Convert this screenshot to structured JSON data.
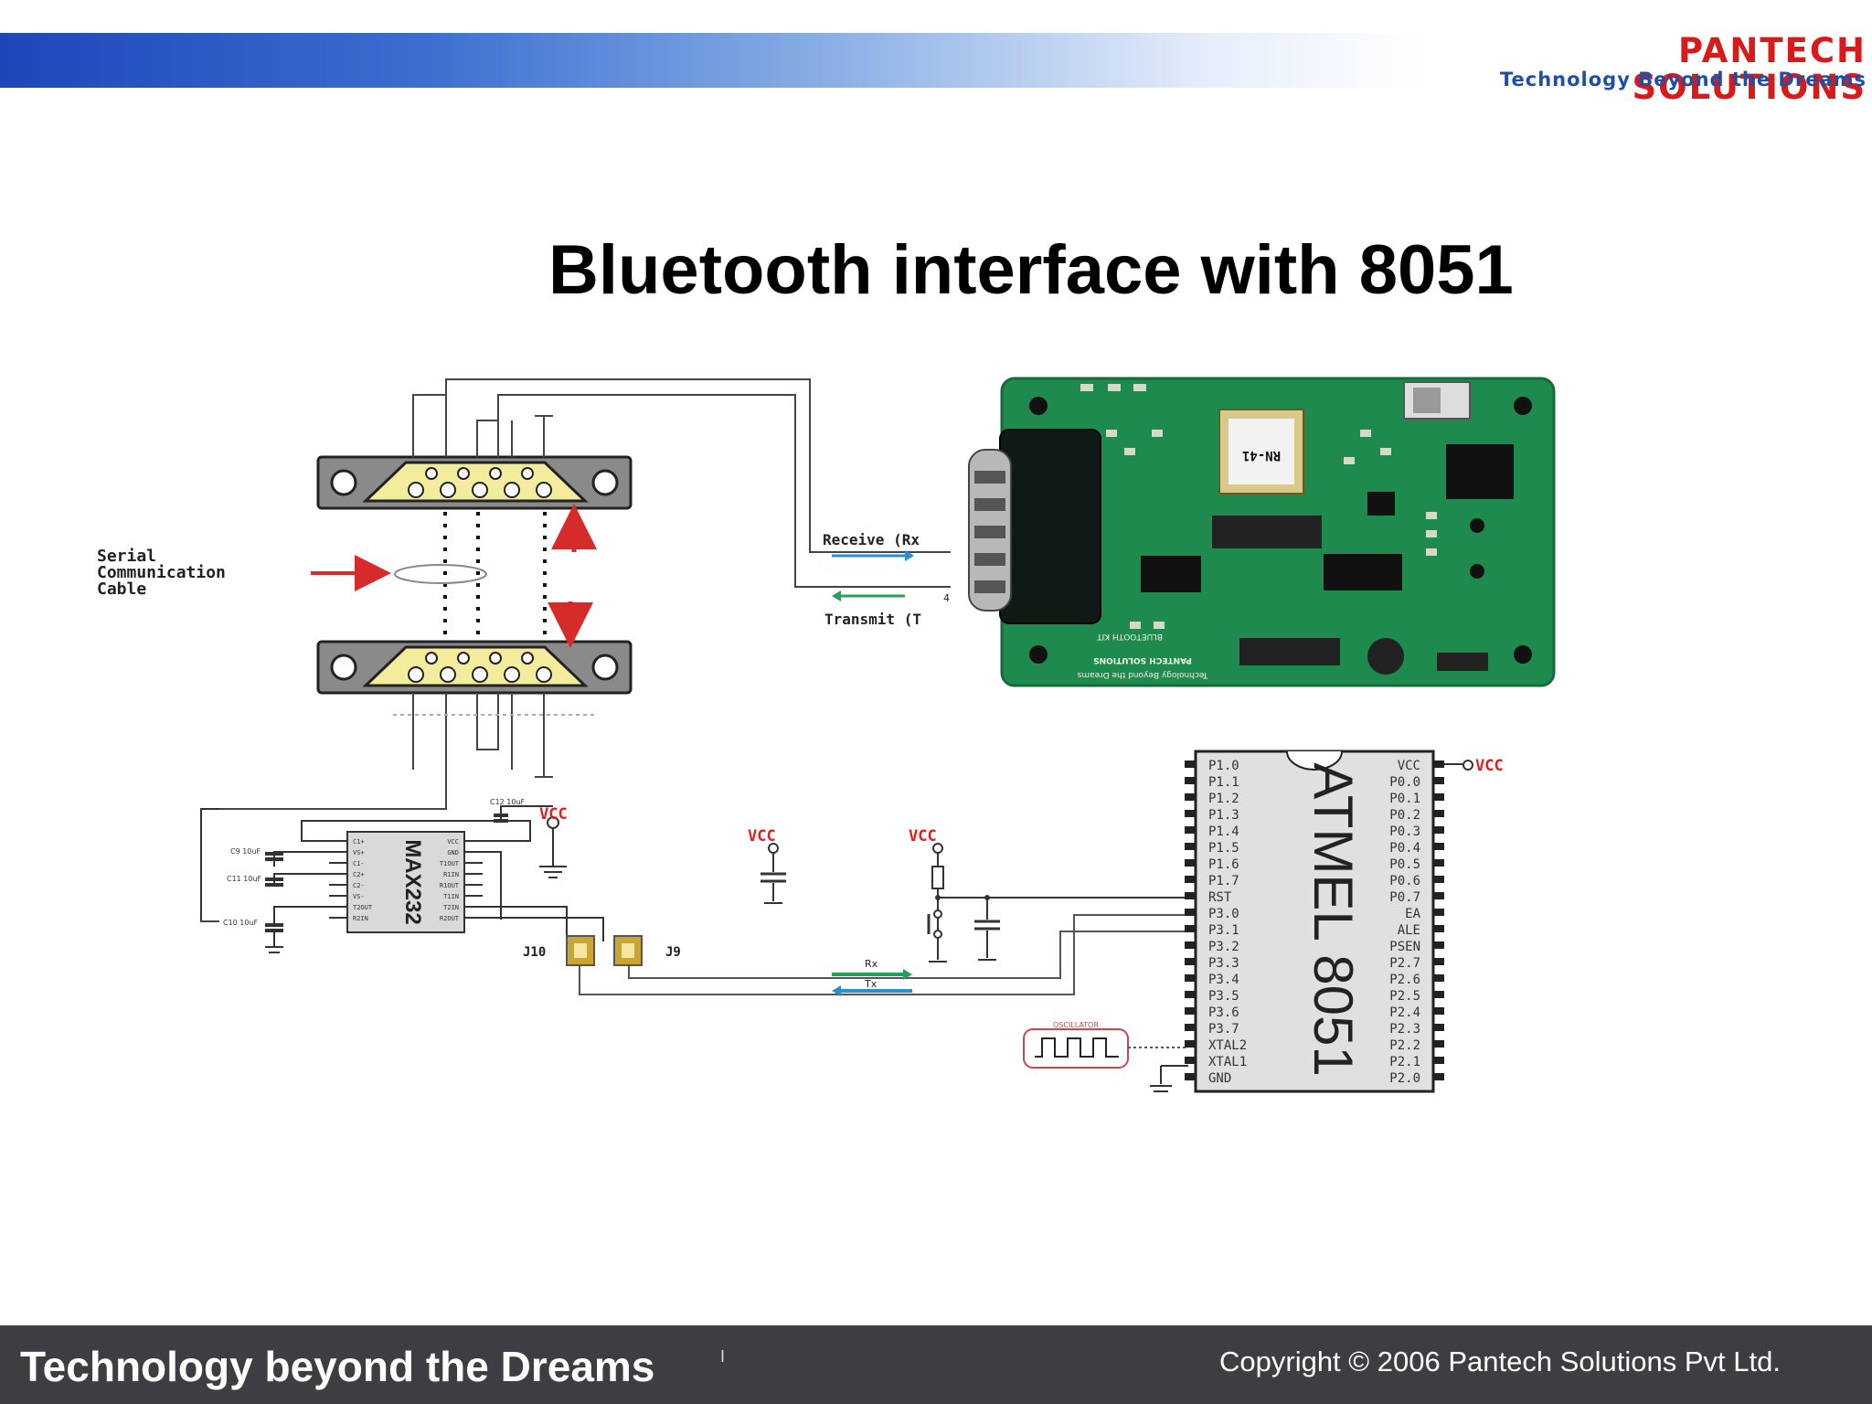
{
  "header": {
    "logo_name": "PANTECH SOLUTIONS",
    "logo_tagline": "Technology Beyond the Dreams"
  },
  "slide": {
    "title": "Bluetooth interface with 8051"
  },
  "diagram": {
    "serial_cable_label": [
      "Serial",
      "Communication",
      "Cable"
    ],
    "receive_label": "Receive (Rx",
    "transmit_label": "Transmit (T",
    "transmit_pin": "4",
    "vcc_label": "VCC",
    "vcc_label_chip": "VCC",
    "vcc_label_mid": "VCC",
    "vcc_label_reset": "VCC",
    "max232_label": "MAX232",
    "atmel_label": "ATMEL 8051",
    "j10_label": "J10",
    "j9_label": "J9",
    "rx_label": "Rx",
    "tx_label": "Tx",
    "oscillator_label": "OSCILLATOR",
    "pcb_brand": "PANTECH SOLUTIONS",
    "pcb_tagline": "Technology Beyond the Dreams",
    "pcb_kit": "BLUETOOTH KIT",
    "pins_left": [
      "P1.0",
      "P1.1",
      "P1.2",
      "P1.3",
      "P1.4",
      "P1.5",
      "P1.6",
      "P1.7",
      "RST",
      "P3.0",
      "P3.1",
      "P3.2",
      "P3.3",
      "P3.4",
      "P3.5",
      "P3.6",
      "P3.7",
      "XTAL2",
      "XTAL1",
      "GND"
    ],
    "pins_right": [
      "VCC",
      "P0.0",
      "P0.1",
      "P0.2",
      "P0.3",
      "P0.4",
      "P0.5",
      "P0.6",
      "P0.7",
      "EA",
      "ALE",
      "PSEN",
      "P2.7",
      "P2.6",
      "P2.5",
      "P2.4",
      "P2.3",
      "P2.2",
      "P2.1",
      "P2.0"
    ],
    "max_pins_left": [
      "C1+",
      "VS+",
      "C1-",
      "C2+",
      "C2-",
      "VS-",
      "T2OUT",
      "R2IN"
    ],
    "max_pins_right": [
      "VCC",
      "GND",
      "T1OUT",
      "R1IN",
      "R1OUT",
      "T1IN",
      "T2IN",
      "R2OUT"
    ],
    "cap_labels": [
      "C9 10uF",
      "C11 10uF",
      "C10 10uF",
      "C12 10uF"
    ]
  },
  "footer": {
    "tagline": "Technology beyond the Dreams",
    "copyright": "Copyright © 2006 Pantech Solutions Pvt Ltd."
  }
}
